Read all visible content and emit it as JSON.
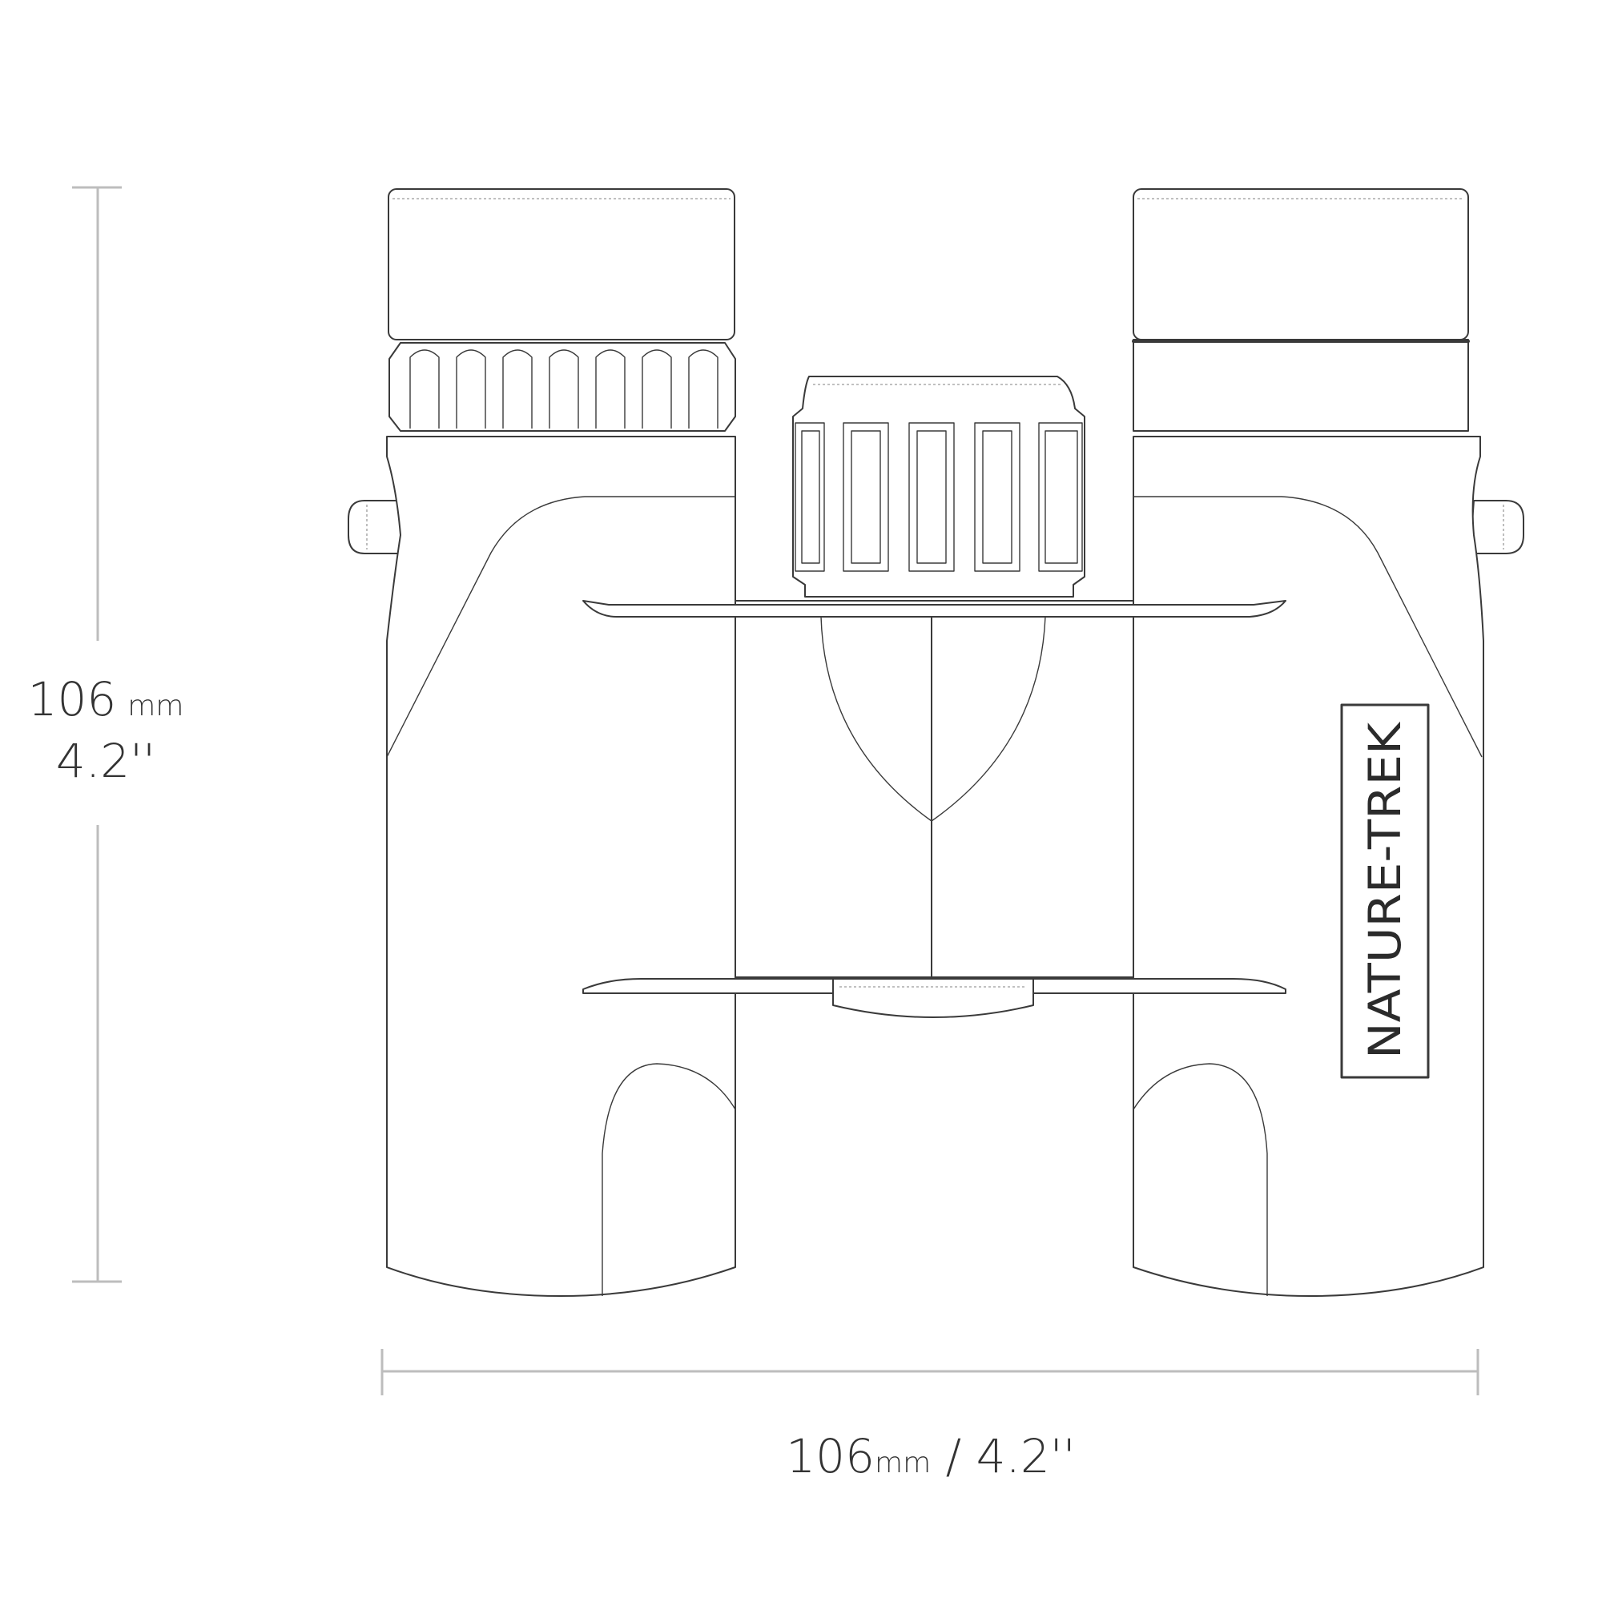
{
  "dimensions": {
    "height": {
      "value": "106",
      "unit": "mm",
      "inches": "4.2''"
    },
    "width": {
      "value": "106",
      "unit": "mm",
      "separator": " / ",
      "inches": "4.2''"
    }
  },
  "brand_label": "NATURE-TREK",
  "colors": {
    "line": "#3a3a3a",
    "dimension_line": "#bdbdbd",
    "background": "#ffffff"
  }
}
